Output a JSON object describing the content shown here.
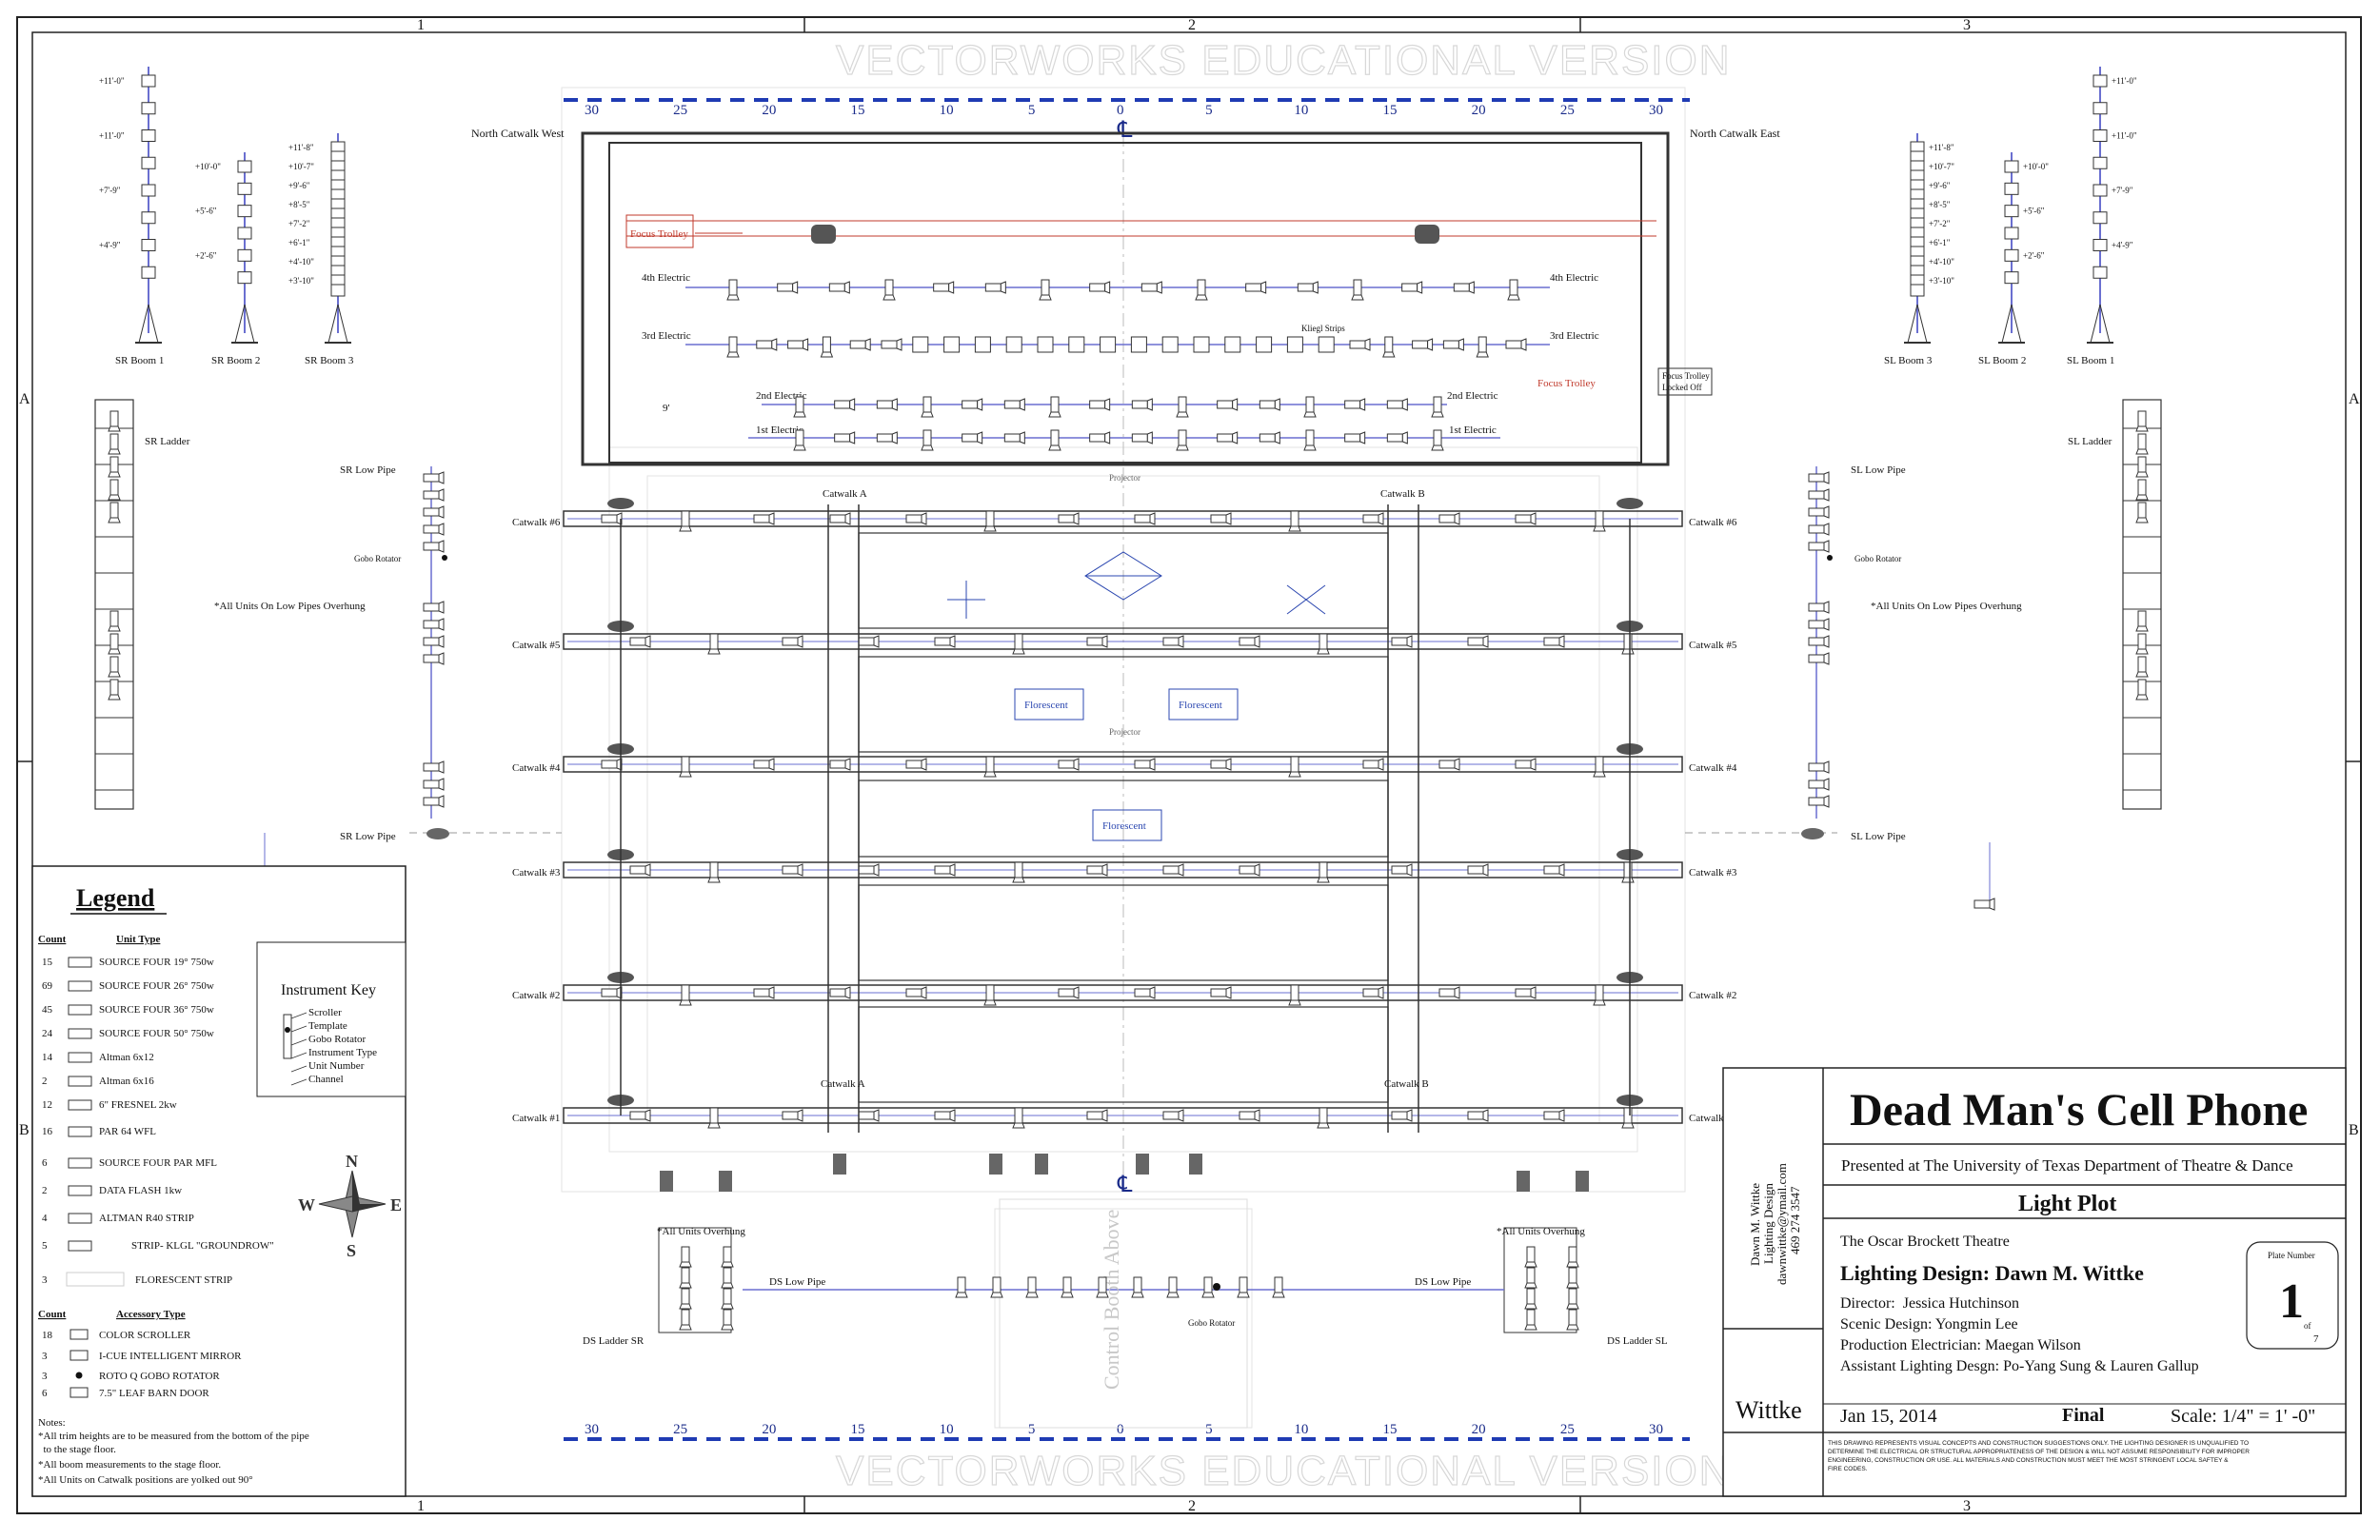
{
  "watermark": "VECTORWORKS EDUCATIONAL VERSION",
  "border_columns": [
    "1",
    "2",
    "3"
  ],
  "border_rows": [
    "A",
    "B"
  ],
  "ruler_marks": [
    "30",
    "25",
    "20",
    "15",
    "10",
    "5",
    "0",
    "5",
    "10",
    "15",
    "20",
    "25",
    "30"
  ],
  "centerline": "℄",
  "booms_sr": [
    {
      "name": "SR Boom 1",
      "heights": [
        "+11'-0\"",
        "+11'-0\"",
        "+7'-9\"",
        "+4'-9\""
      ]
    },
    {
      "name": "SR Boom 2",
      "heights": [
        "+10'-0\"",
        "+5'-6\"",
        "+2'-6\""
      ]
    },
    {
      "name": "SR Boom 3",
      "heights": [
        "+11'-8\"",
        "+10'-7\"",
        "+9'-6\"",
        "+8'-5\"",
        "+7'-2\"",
        "+6'-1\"",
        "+4'-10\"",
        "+3'-10\""
      ]
    }
  ],
  "booms_sl": [
    {
      "name": "SL Boom 3",
      "heights": [
        "+11'-8\"",
        "+10'-7\"",
        "+9'-6\"",
        "+8'-5\"",
        "+7'-2\"",
        "+6'-1\"",
        "+4'-10\"",
        "+3'-10\""
      ]
    },
    {
      "name": "SL Boom 2",
      "heights": [
        "+10'-0\"",
        "+5'-6\"",
        "+2'-6\""
      ]
    },
    {
      "name": "SL Boom 1",
      "heights": [
        "+11'-0\"",
        "+11'-0\"",
        "+7'-9\"",
        "+4'-9\""
      ]
    }
  ],
  "positions": {
    "north_catwalk_west": "North Catwalk West",
    "north_catwalk_east": "North Catwalk East",
    "focus_trolley": "Focus Trolley",
    "focus_trolley_locked": [
      "Focus Trolley",
      "Locked Off"
    ],
    "elec4": "4th Electric",
    "elec3": "3rd Electric",
    "elec2": "2nd Electric",
    "elec1": "1st Electric",
    "kliegl_strips": "Kliegl Strips",
    "trim_9": "9'",
    "sr_ladder": "SR Ladder",
    "sl_ladder": "SL Ladder",
    "sr_low_pipe": "SR Low Pipe",
    "sl_low_pipe": "SL Low Pipe",
    "gobo_rotator": "Gobo Rotator",
    "overhung_note": "*All Units On Low Pipes Overhung",
    "catwalk_a": "Catwalk A",
    "catwalk_b": "Catwalk B",
    "projector": "Projector",
    "florescent": "Florescent",
    "catwalks": [
      "Catwalk #6",
      "Catwalk #5",
      "Catwalk #4",
      "Catwalk #3",
      "Catwalk #2",
      "Catwalk #1"
    ],
    "all_units_overhung": "*All Units Overhung",
    "ds_low_pipe": "DS Low Pipe",
    "ds_ladder_sr": "DS Ladder SR",
    "ds_ladder_sl": "DS Ladder SL",
    "control_booth": "Control Booth Above"
  },
  "legend": {
    "title": "Legend",
    "count_header": "Count",
    "unit_header": "Unit Type",
    "units": [
      {
        "count": "15",
        "type": "SOURCE FOUR 19° 750w"
      },
      {
        "count": "69",
        "type": "SOURCE FOUR 26° 750w"
      },
      {
        "count": "45",
        "type": "SOURCE FOUR 36° 750w"
      },
      {
        "count": "24",
        "type": "SOURCE FOUR 50° 750w"
      },
      {
        "count": "14",
        "type": "Altman 6x12"
      },
      {
        "count": "2",
        "type": "Altman 6x16"
      },
      {
        "count": "12",
        "type": "6\" FRESNEL 2kw"
      },
      {
        "count": "16",
        "type": "PAR 64 WFL"
      },
      {
        "count": "6",
        "type": "SOURCE FOUR PAR MFL"
      },
      {
        "count": "2",
        "type": "DATA FLASH 1kw"
      },
      {
        "count": "4",
        "type": "ALTMAN R40 STRIP"
      },
      {
        "count": "5",
        "type": "STRIP- KLGL \"GROUNDROW\""
      },
      {
        "count": "3",
        "type": "FLORESCENT STRIP"
      }
    ],
    "accessory_header": "Accessory Type",
    "accessories": [
      {
        "count": "18",
        "type": "COLOR SCROLLER"
      },
      {
        "count": "3",
        "type": "I-CUE INTELLIGENT MIRROR"
      },
      {
        "count": "3",
        "type": "ROTO Q GOBO  ROTATOR"
      },
      {
        "count": "6",
        "type": "7.5\" LEAF BARN DOOR"
      }
    ],
    "notes_title": "Notes:",
    "notes": [
      "*All trim heights are to be measured from the bottom of the pipe",
      "  to the stage floor.",
      "*All boom measurements to the stage floor.",
      "*All Units on Catwalk positions are yolked out 90°"
    ]
  },
  "instrument_key": {
    "title": "Instrument Key",
    "items": [
      "Scroller",
      "Template",
      "Gobo Rotator",
      "Instrument Type",
      "Unit Number",
      "Channel"
    ]
  },
  "compass": {
    "n": "N",
    "s": "S",
    "e": "E",
    "w": "W"
  },
  "title_block": {
    "designer_vertical": [
      "Dawn M. Wittke",
      "Lighting Design",
      "dawnwittke@ymail.com",
      "469 274 3547"
    ],
    "show_title": "Dead Man's Cell Phone",
    "presented": "Presented at The University of Texas Department of Theatre & Dance",
    "plot_type": "Light Plot",
    "venue": "The Oscar Brockett Theatre",
    "lighting_design": "Lighting Design: Dawn M. Wittke",
    "director": "Director:  Jessica Hutchinson",
    "scenic": "Scenic Design: Yongmin Lee",
    "electrician": "Production Electrician: Maegan Wilson",
    "assistant": "Assistant Lighting Desgn: Po-Yang Sung & Lauren Gallup",
    "plate_label": "Plate Number",
    "plate_number": "1",
    "plate_of": "of",
    "plate_total": "7",
    "signature": "Wittke",
    "date": "Jan 15, 2014",
    "status": "Final",
    "scale": "Scale: 1/4\" = 1' -0\"",
    "disclaimer": [
      "THIS DRAWING REPRESENTS VISUAL CONCEPTS AND CONSTRUCTION SUGGESTIONS ONLY.  THE LIGHTING DESIGNER IS UNQUALIFIED TO",
      "DETERMINE THE ELECTRICAL OR STRUCTURAL APPROPRIATENESS OF THE DESIGN & WILL NOT ASSUME RESPONSIBILITY FOR IMPROPER",
      "ENGINEERING, CONSTRUCTION OR USE.  ALL MATERIALS AND CONSTRUCTION MUST MEET THE MOST STRINGENT LOCAL SAFTEY &",
      "FIRE CODES."
    ]
  }
}
